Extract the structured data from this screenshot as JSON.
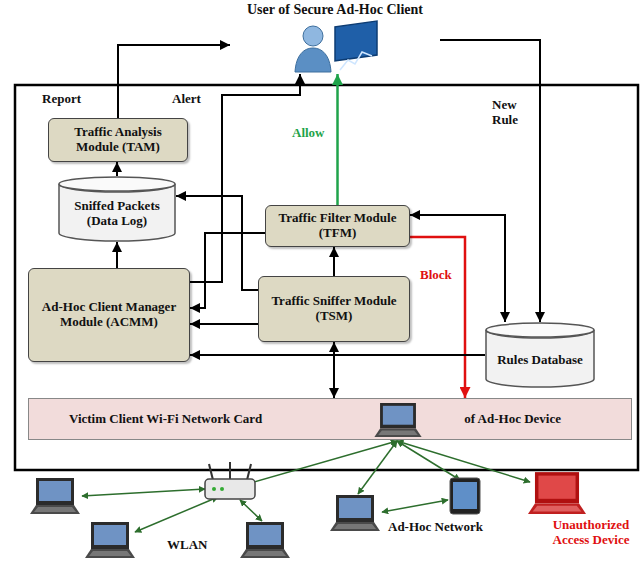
{
  "diagram": {
    "nodes": [
      {
        "text": [
          "User of Secure Ad-Hoc Client"
        ]
      },
      {
        "text": [
          "Traffic Analysis Module (TAM)"
        ]
      },
      {
        "text": [
          "Sniffed Packets (Data Log)"
        ]
      },
      {
        "text": [
          "Ad-Hoc Client Manager Module (ACMM)"
        ]
      },
      {
        "text": [
          "Traffic Filter Module (TFM)"
        ]
      },
      {
        "text": [
          "Traffic Sniffer Module (TSM)"
        ]
      },
      {
        "text": [
          "Rules Database"
        ]
      },
      {
        "text": [
          "Victim Client Wi-Fi Network Card",
          "of Ad-Hoc Device"
        ]
      }
    ],
    "edges": [
      {
        "from": 1,
        "to": 0,
        "label": "Report",
        "arrow": "to"
      },
      {
        "from": 3,
        "to": 0,
        "label": "Alert",
        "arrow": "to"
      },
      {
        "from": 4,
        "to": 0,
        "label": "Allow",
        "arrow": "to"
      },
      {
        "from": 0,
        "to": 6,
        "label": "New Rule",
        "arrow": "to"
      },
      {
        "from": 4,
        "to": 7,
        "label": "Block",
        "arrow": "to"
      },
      {
        "from": 4,
        "to": 6,
        "arrow": "both"
      },
      {
        "from": 5,
        "to": 4,
        "arrow": "to"
      },
      {
        "from": 5,
        "to": 7,
        "arrow": "both"
      },
      {
        "from": 5,
        "to": 2,
        "arrow": "to"
      },
      {
        "from": 2,
        "to": 1,
        "arrow": "to"
      },
      {
        "from": 4,
        "to": 3,
        "arrow": "to"
      },
      {
        "from": 5,
        "to": 3,
        "arrow": "to"
      },
      {
        "from": 3,
        "to": 2,
        "arrow": "to"
      },
      {
        "from": 6,
        "to": 3,
        "arrow": "to"
      }
    ],
    "labels": [
      "WLAN",
      "Ad-Hoc Network",
      "Unauthorized Access Device"
    ]
  }
}
